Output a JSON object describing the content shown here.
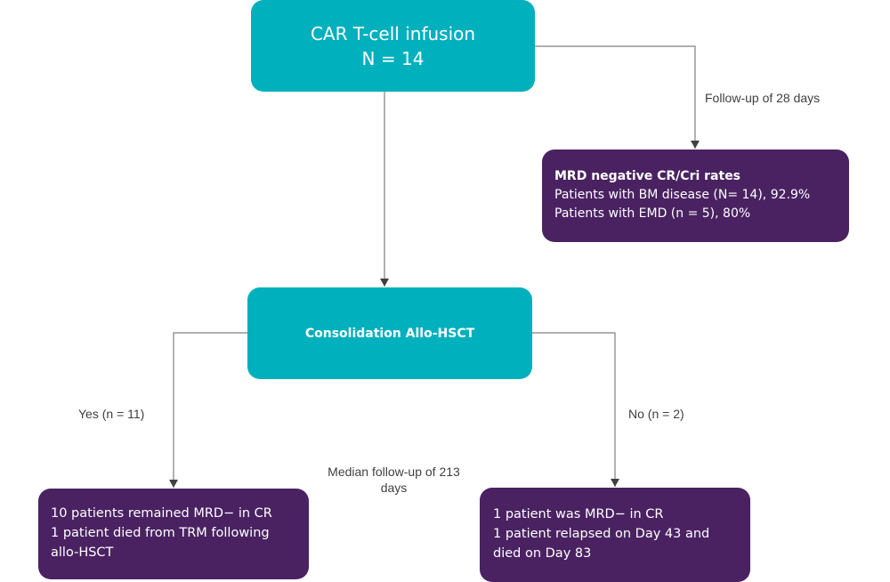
{
  "colors": {
    "teal": "#00b0bd",
    "purple": "#4a2262",
    "connector": "#7f7f7f",
    "label_text": "#404040"
  },
  "nodes": {
    "infusion": {
      "line1": "CAR T-cell infusion",
      "line2": "N = 14"
    },
    "mrd_rates": {
      "title": "MRD negative CR/Cri rates",
      "line1": "Patients with BM disease (N= 14), 92.9%",
      "line2": "Patients with EMD (n = 5), 80%"
    },
    "consolidation": {
      "label": "Consolidation Allo-HSCT"
    },
    "yes_outcome": {
      "line1": "10 patients remained MRD− in CR",
      "line2": "1 patient died from TRM following",
      "line3": "allo-HSCT"
    },
    "no_outcome": {
      "line1": "1 patient was MRD− in CR",
      "line2": "1 patient relapsed on Day 43 and",
      "line3": "died on Day 83"
    }
  },
  "edge_labels": {
    "followup_28": "Follow-up of 28 days",
    "yes": "Yes (n = 11)",
    "no": "No (n = 2)",
    "median_line1": "Median follow-up of 213",
    "median_line2": "days"
  }
}
